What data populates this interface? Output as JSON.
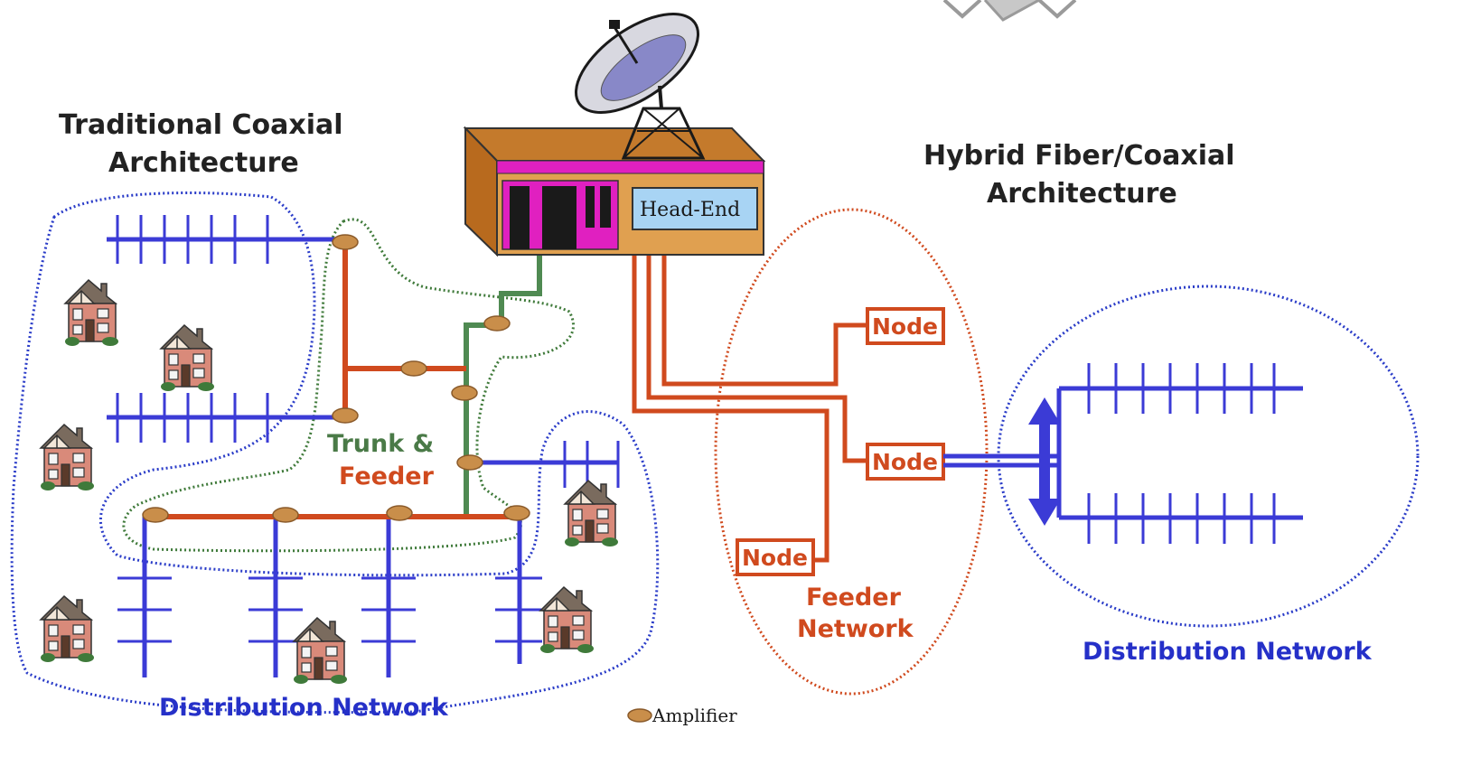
{
  "labels": {
    "traditional_line1": "Traditional Coaxial",
    "traditional_line2": "Architecture",
    "hybrid_line1": "Hybrid Fiber/Coaxial",
    "hybrid_line2": "Architecture",
    "trunk_line1": "Trunk &",
    "trunk_line2": "Feeder",
    "feeder_line1": "Feeder",
    "feeder_line2": "Network",
    "distribution_left": "Distribution Network",
    "distribution_right": "Distribution Network",
    "head_end": "Head-End",
    "node_top": "Node",
    "node_middle": "Node",
    "node_bottom": "Node",
    "legend_amplifier": "Amplifier"
  },
  "colors": {
    "coax_blue": "#3b3bd6",
    "feeder_orange": "#d04a1e",
    "trunk_green": "#4f8a52",
    "amplifier": "#c98e4a",
    "headend_body": "#e0a050",
    "headend_stripe": "#e020c0",
    "headend_display": "#a8d4f4"
  },
  "icons": [
    "satellite-dish-icon",
    "house-icon",
    "amplifier-icon",
    "double-arrow-icon"
  ]
}
